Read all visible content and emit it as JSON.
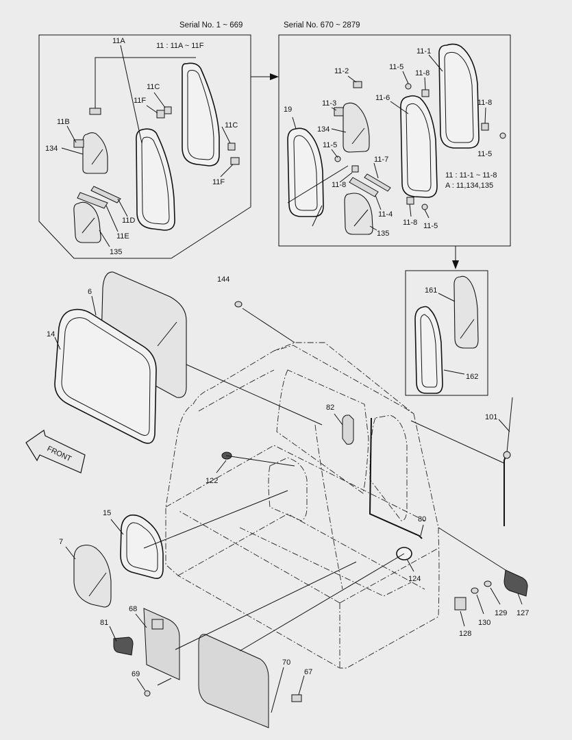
{
  "headers": {
    "left": "Serial No. 1 ~ 669",
    "right": "Serial No. 670 ~ 2879"
  },
  "notes": {
    "left_group": "11 : 11A ~ 11F",
    "right_group": "11 : 11-1 ~ 11-8",
    "right_assembly": "A : 11,134,135"
  },
  "front_label": "FRONT",
  "labels": {
    "l11A": "11A",
    "l11B": "11B",
    "l11C_top": "11C",
    "l11F_top": "11F",
    "l11C_right": "11C",
    "l11F_bottom": "11F",
    "l134_left": "134",
    "l11D": "11D",
    "l11E": "11E",
    "l135_left": "135",
    "l11_1": "11-1",
    "l11_2": "11-2",
    "l11_3": "11-3",
    "l11_5_top": "11-5",
    "l11_8_top": "11-8",
    "l11_6": "11-6",
    "l19": "19",
    "l134_right": "134",
    "l11_8_right": "11-8",
    "l11_5_right": "11-5",
    "l11_5_mid": "11-5",
    "l11_7": "11-7",
    "l11_8_mid": "11-8",
    "l11_4": "11-4",
    "l11_8_low": "11-8",
    "l11_5_low": "11-5",
    "l135_right": "135",
    "l144": "144",
    "l6": "6",
    "l14": "14",
    "l161": "161",
    "l162": "162",
    "l82": "82",
    "l101": "101",
    "l122": "122",
    "l15": "15",
    "l7": "7",
    "l80": "80",
    "l124": "124",
    "l68": "68",
    "l81": "81",
    "l69": "69",
    "l70": "70",
    "l67": "67",
    "l127": "127",
    "l129": "129",
    "l130": "130",
    "l128": "128"
  }
}
